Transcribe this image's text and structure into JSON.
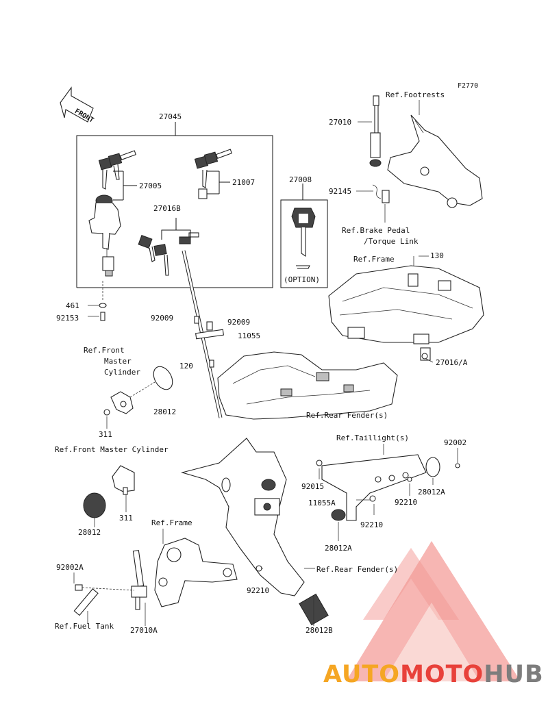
{
  "figure_code": "F2770",
  "front_marker": "FRONT",
  "labels": {
    "l27045": "27045",
    "l27005": "27005",
    "l21007": "21007",
    "l27016B": "27016B",
    "l27008": "27008",
    "option": "(OPTION)",
    "l461": "461",
    "l92153": "92153",
    "l92009a": "92009",
    "l92009b": "92009",
    "l11055": "11055",
    "l120": "120",
    "l27010": "27010",
    "ref_footrests": "Ref.Footrests",
    "l92145": "92145",
    "ref_brake_1": "Ref.Brake Pedal",
    "ref_brake_2": "/Torque Link",
    "ref_frame_top": "Ref.Frame",
    "l130": "130",
    "l27016A": "27016/A",
    "ref_fmc_1": "Ref.Front",
    "ref_fmc_2": "Master",
    "ref_fmc_3": "Cylinder",
    "l28012a": "28012",
    "l311a": "311",
    "ref_rear_fender_top": "Ref.Rear Fender(s)",
    "ref_taillight": "Ref.Taillight(s)",
    "l92002": "92002",
    "ref_fmc_long": "Ref.Front Master Cylinder",
    "l92015": "92015",
    "l28012A_a": "28012A",
    "l11055A": "11055A",
    "l92210a": "92210",
    "l92210b": "92210",
    "l311b": "311",
    "l28012b": "28012",
    "l28012A_b": "28012A",
    "ref_frame_bottom": "Ref.Frame",
    "l92002A": "92002A",
    "ref_rear_fender_bottom": "Ref.Rear Fender(s)",
    "l92210c": "92210",
    "ref_fuel_tank": "Ref.Fuel Tank",
    "l27010A": "27010A",
    "l28012B": "28012B"
  },
  "watermark": {
    "part1": "AUTO",
    "part2": "MOTO",
    "part3": "HUB",
    "color_orange": "#f5a623",
    "color_red": "#e8413a",
    "color_gray": "#7d7d7d"
  }
}
